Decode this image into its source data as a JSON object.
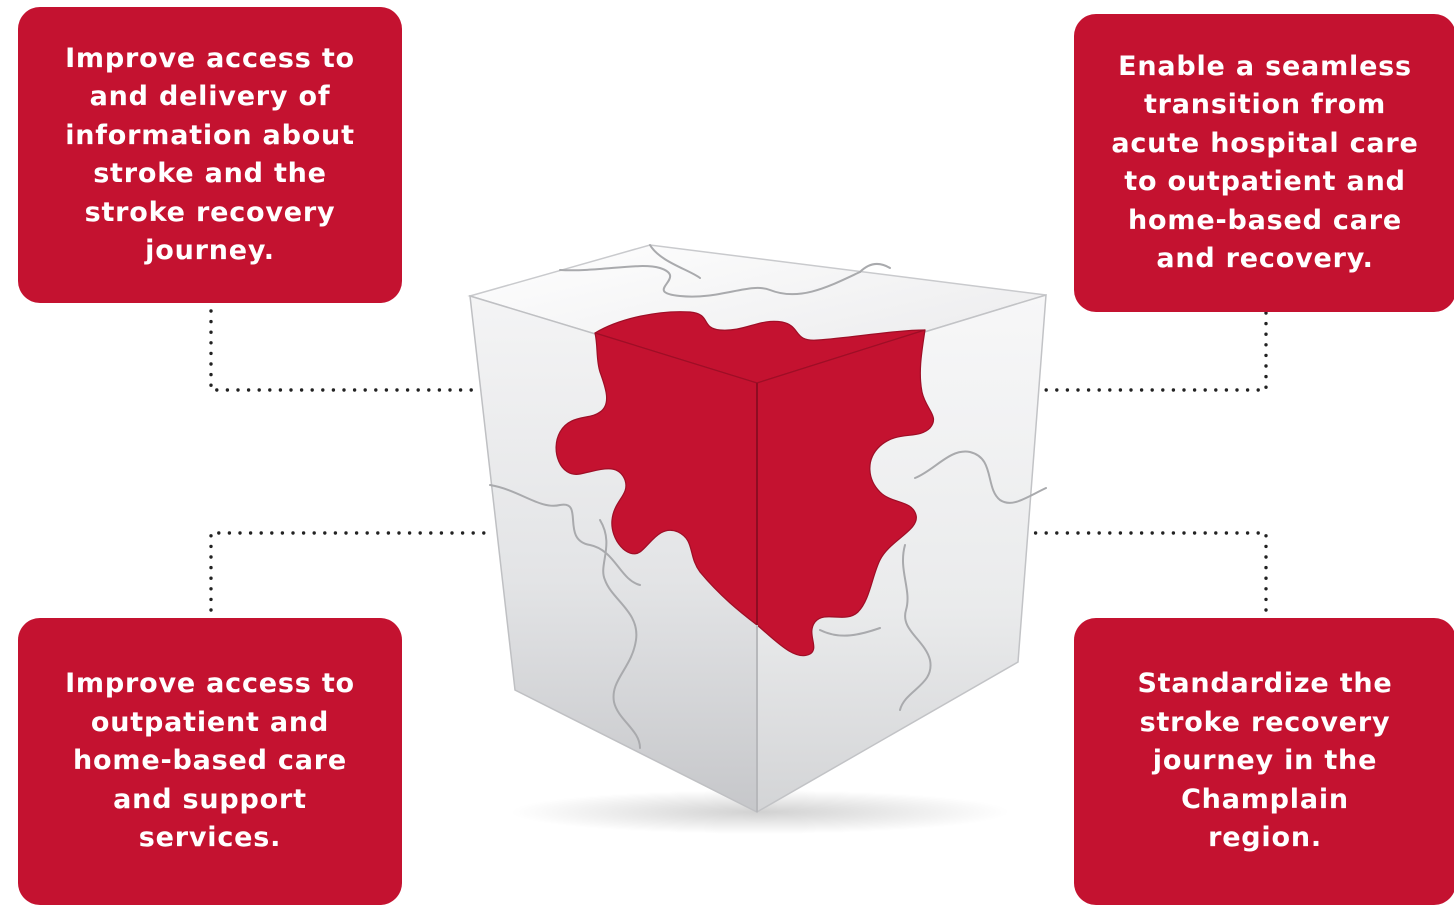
{
  "goals": {
    "top_left": "Improve access to and delivery of information about stroke and the stroke recovery journey.",
    "top_right": "Enable a seamless transition from acute hospital care to outpatient and home-based care and recovery.",
    "bottom_left": "Improve access to outpatient and home-based care and support services.",
    "bottom_right": "Standardize the stroke recovery journey in the Champlain region."
  },
  "colors": {
    "accent_red": "#c41230",
    "connector": "#222222",
    "cube_light": "#f1f1f2",
    "cube_shadow": "#c9cacd"
  },
  "center_image": "puzzle-cube-icon"
}
